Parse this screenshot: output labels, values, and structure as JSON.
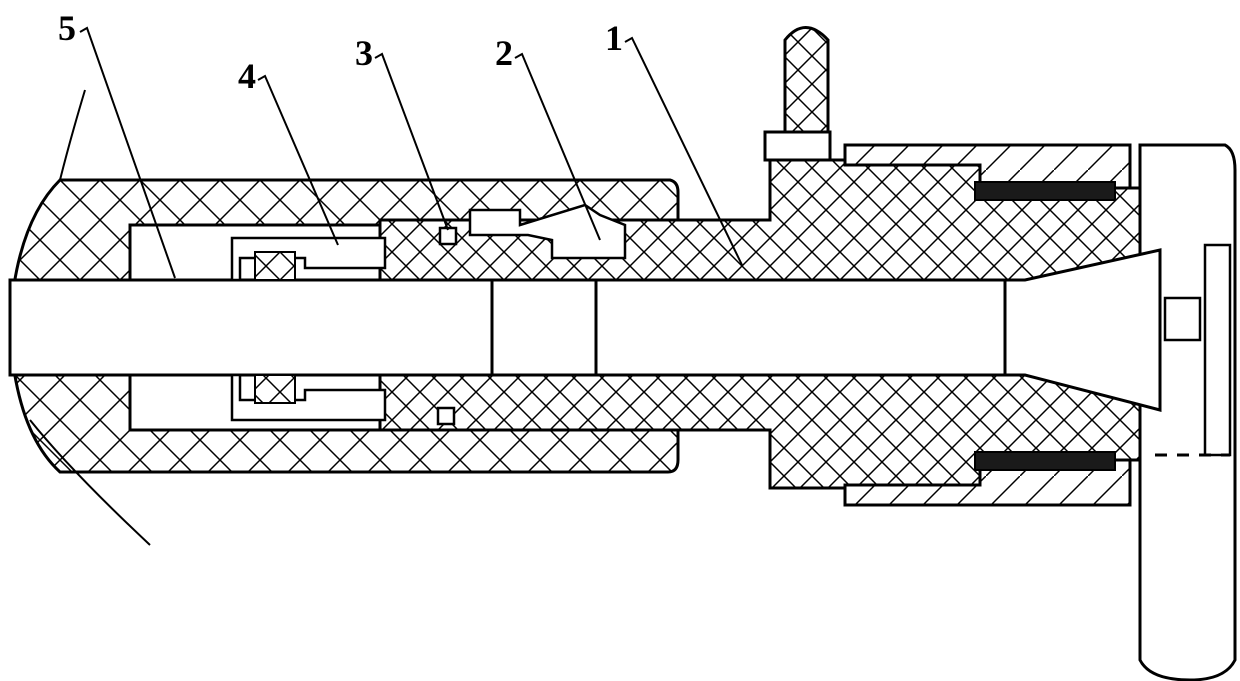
{
  "labels": {
    "part1": "1",
    "part2": "2",
    "part3": "3",
    "part4": "4",
    "part5": "5"
  },
  "colors": {
    "line": "#000000",
    "background": "#ffffff",
    "dark_fill": "#1a1a1a"
  }
}
